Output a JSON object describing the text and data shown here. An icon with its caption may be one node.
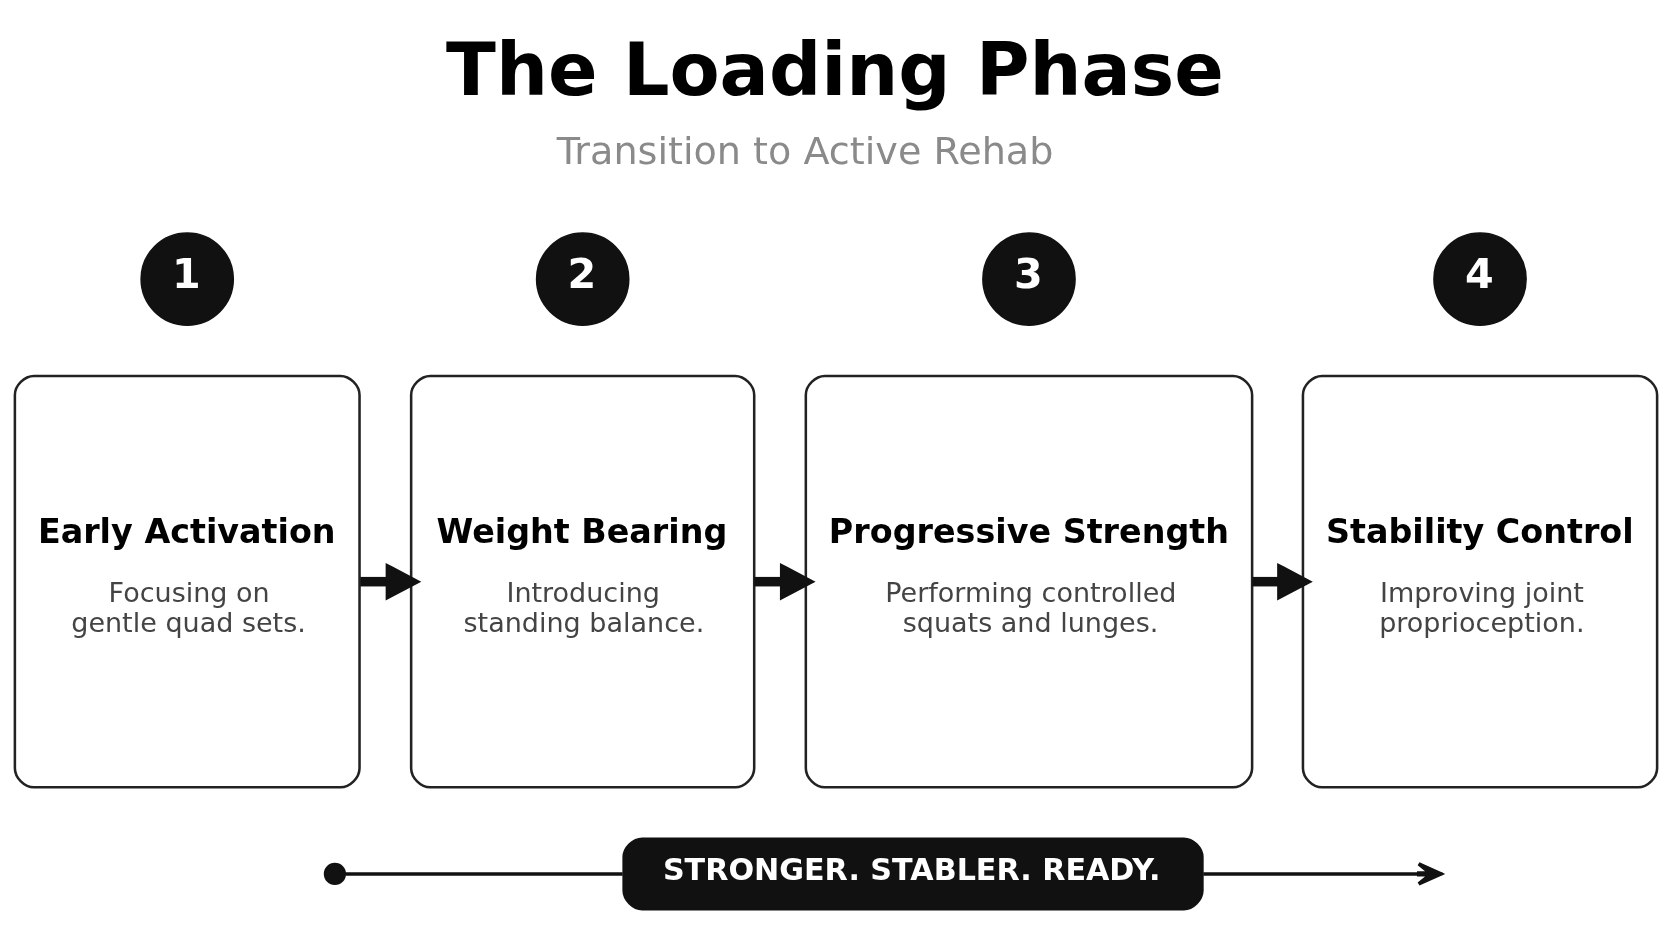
{
  "diagram": {
    "title": "The Loading Phase",
    "nodes": [
      {
        "text": [
          "1"
        ]
      },
      {
        "text": [
          "Early Activation",
          "Focusing on gentle quad sets."
        ]
      },
      {
        "text": [
          "2"
        ]
      },
      {
        "text": [
          "Weight Bearing",
          "Introducing standing balance."
        ]
      },
      {
        "text": [
          "3"
        ]
      },
      {
        "text": [
          "Progressive Strength",
          "Performing controlled squats and lunges."
        ]
      },
      {
        "text": [
          "4"
        ]
      },
      {
        "text": [
          "Stability Control",
          "Improving joint proprioception."
        ]
      },
      {
        "text": [],
        "shape": "circle"
      },
      {
        "text": [
          "STRONGER. STABLER. READY."
        ]
      }
    ],
    "edges": [
      {
        "from": 1,
        "to": 3,
        "arrow": "to"
      },
      {
        "from": 3,
        "to": 5,
        "arrow": "to"
      },
      {
        "from": 5,
        "to": 7,
        "arrow": "to"
      },
      {
        "from": 8,
        "to": 9,
        "arrow": "none"
      },
      {
        "from": 9,
        "to": null,
        "arrow": "to"
      }
    ],
    "labels": [
      "Transition to Active Rehab"
    ]
  }
}
